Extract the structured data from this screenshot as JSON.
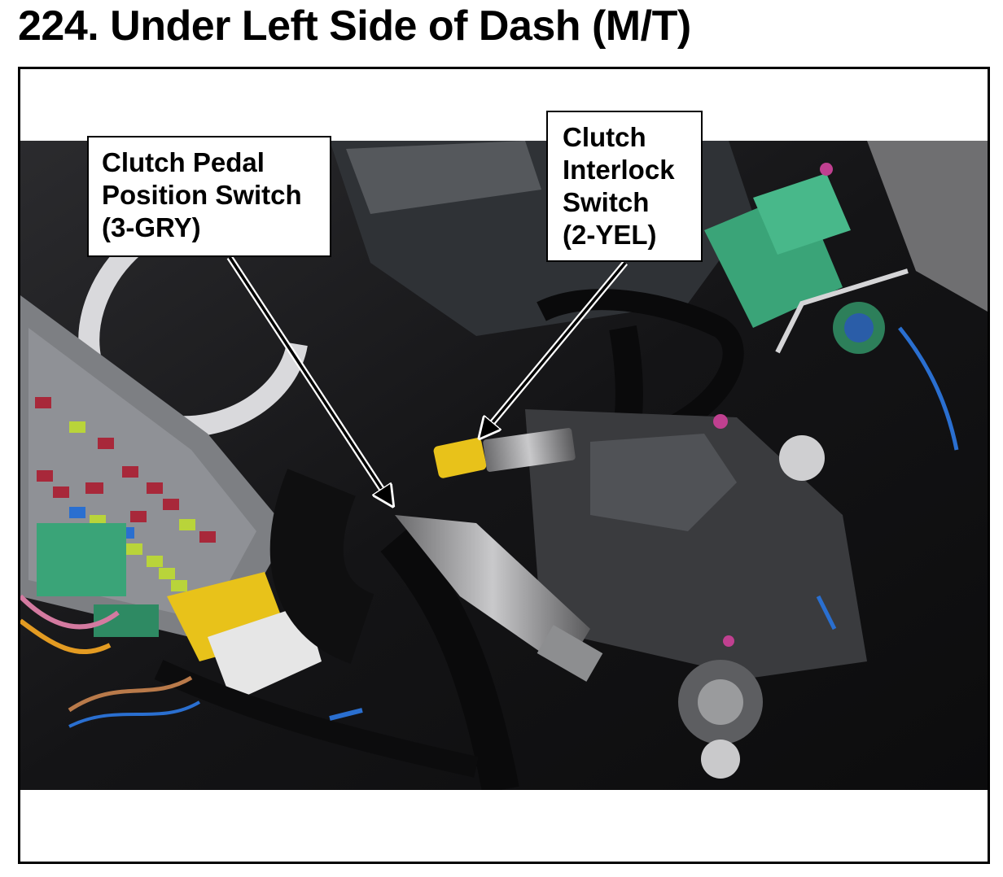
{
  "title": "224.  Under Left Side of Dash (M/T)",
  "callouts": [
    {
      "lines": [
        "Clutch Pedal",
        "Position Switch",
        "(3-GRY)"
      ]
    },
    {
      "lines": [
        "Clutch",
        "Interlock",
        "Switch",
        "(2-YEL)"
      ]
    }
  ],
  "colors": {
    "connector_yellow": "#e8c21a",
    "connector_green": "#3aa478",
    "fuse_red": "#a8283a",
    "fuse_yellow_green": "#b9d43a",
    "wire_blue": "#2a6fd0"
  }
}
